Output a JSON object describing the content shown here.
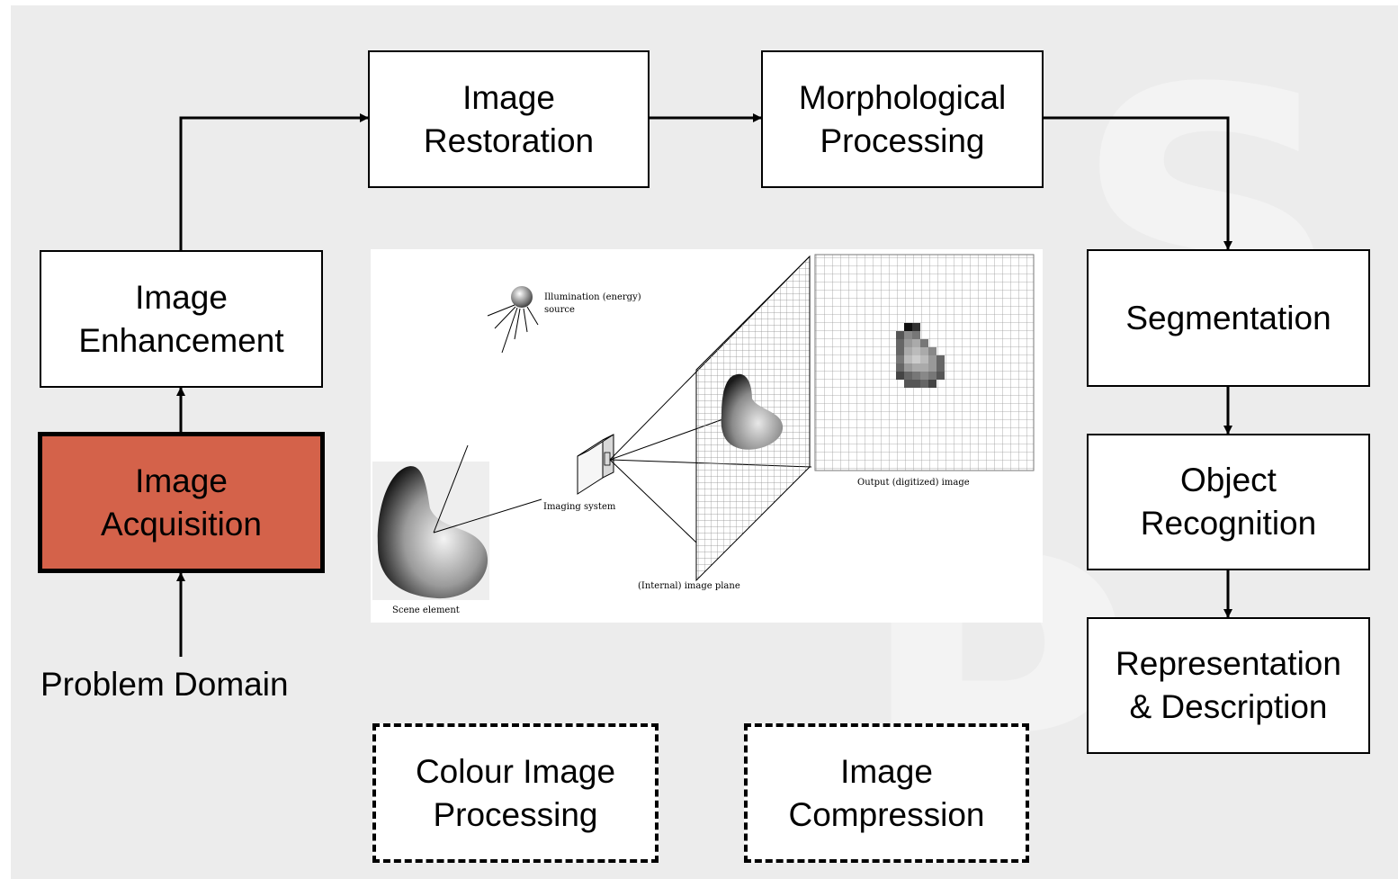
{
  "boxes": {
    "image_restoration": "Image\nRestoration",
    "morphological_processing": "Morphological\nProcessing",
    "image_enhancement": "Image\nEnhancement",
    "image_acquisition": "Image\nAcquisition",
    "segmentation": "Segmentation",
    "object_recognition": "Object\nRecognition",
    "representation_description": "Representation\n& Description",
    "colour_image_processing": "Colour Image\nProcessing",
    "image_compression": "Image\nCompression"
  },
  "problem_domain": "Problem Domain",
  "illustration": {
    "illumination_source": "Illumination (energy)",
    "illumination_source_2": "source",
    "output_image": "Output (digitized) image",
    "imaging_system": "Imaging system",
    "image_plane": "(Internal) image plane",
    "scene_element": "Scene element"
  },
  "colors": {
    "active_box": "#d4624a",
    "background": "#ececec"
  }
}
